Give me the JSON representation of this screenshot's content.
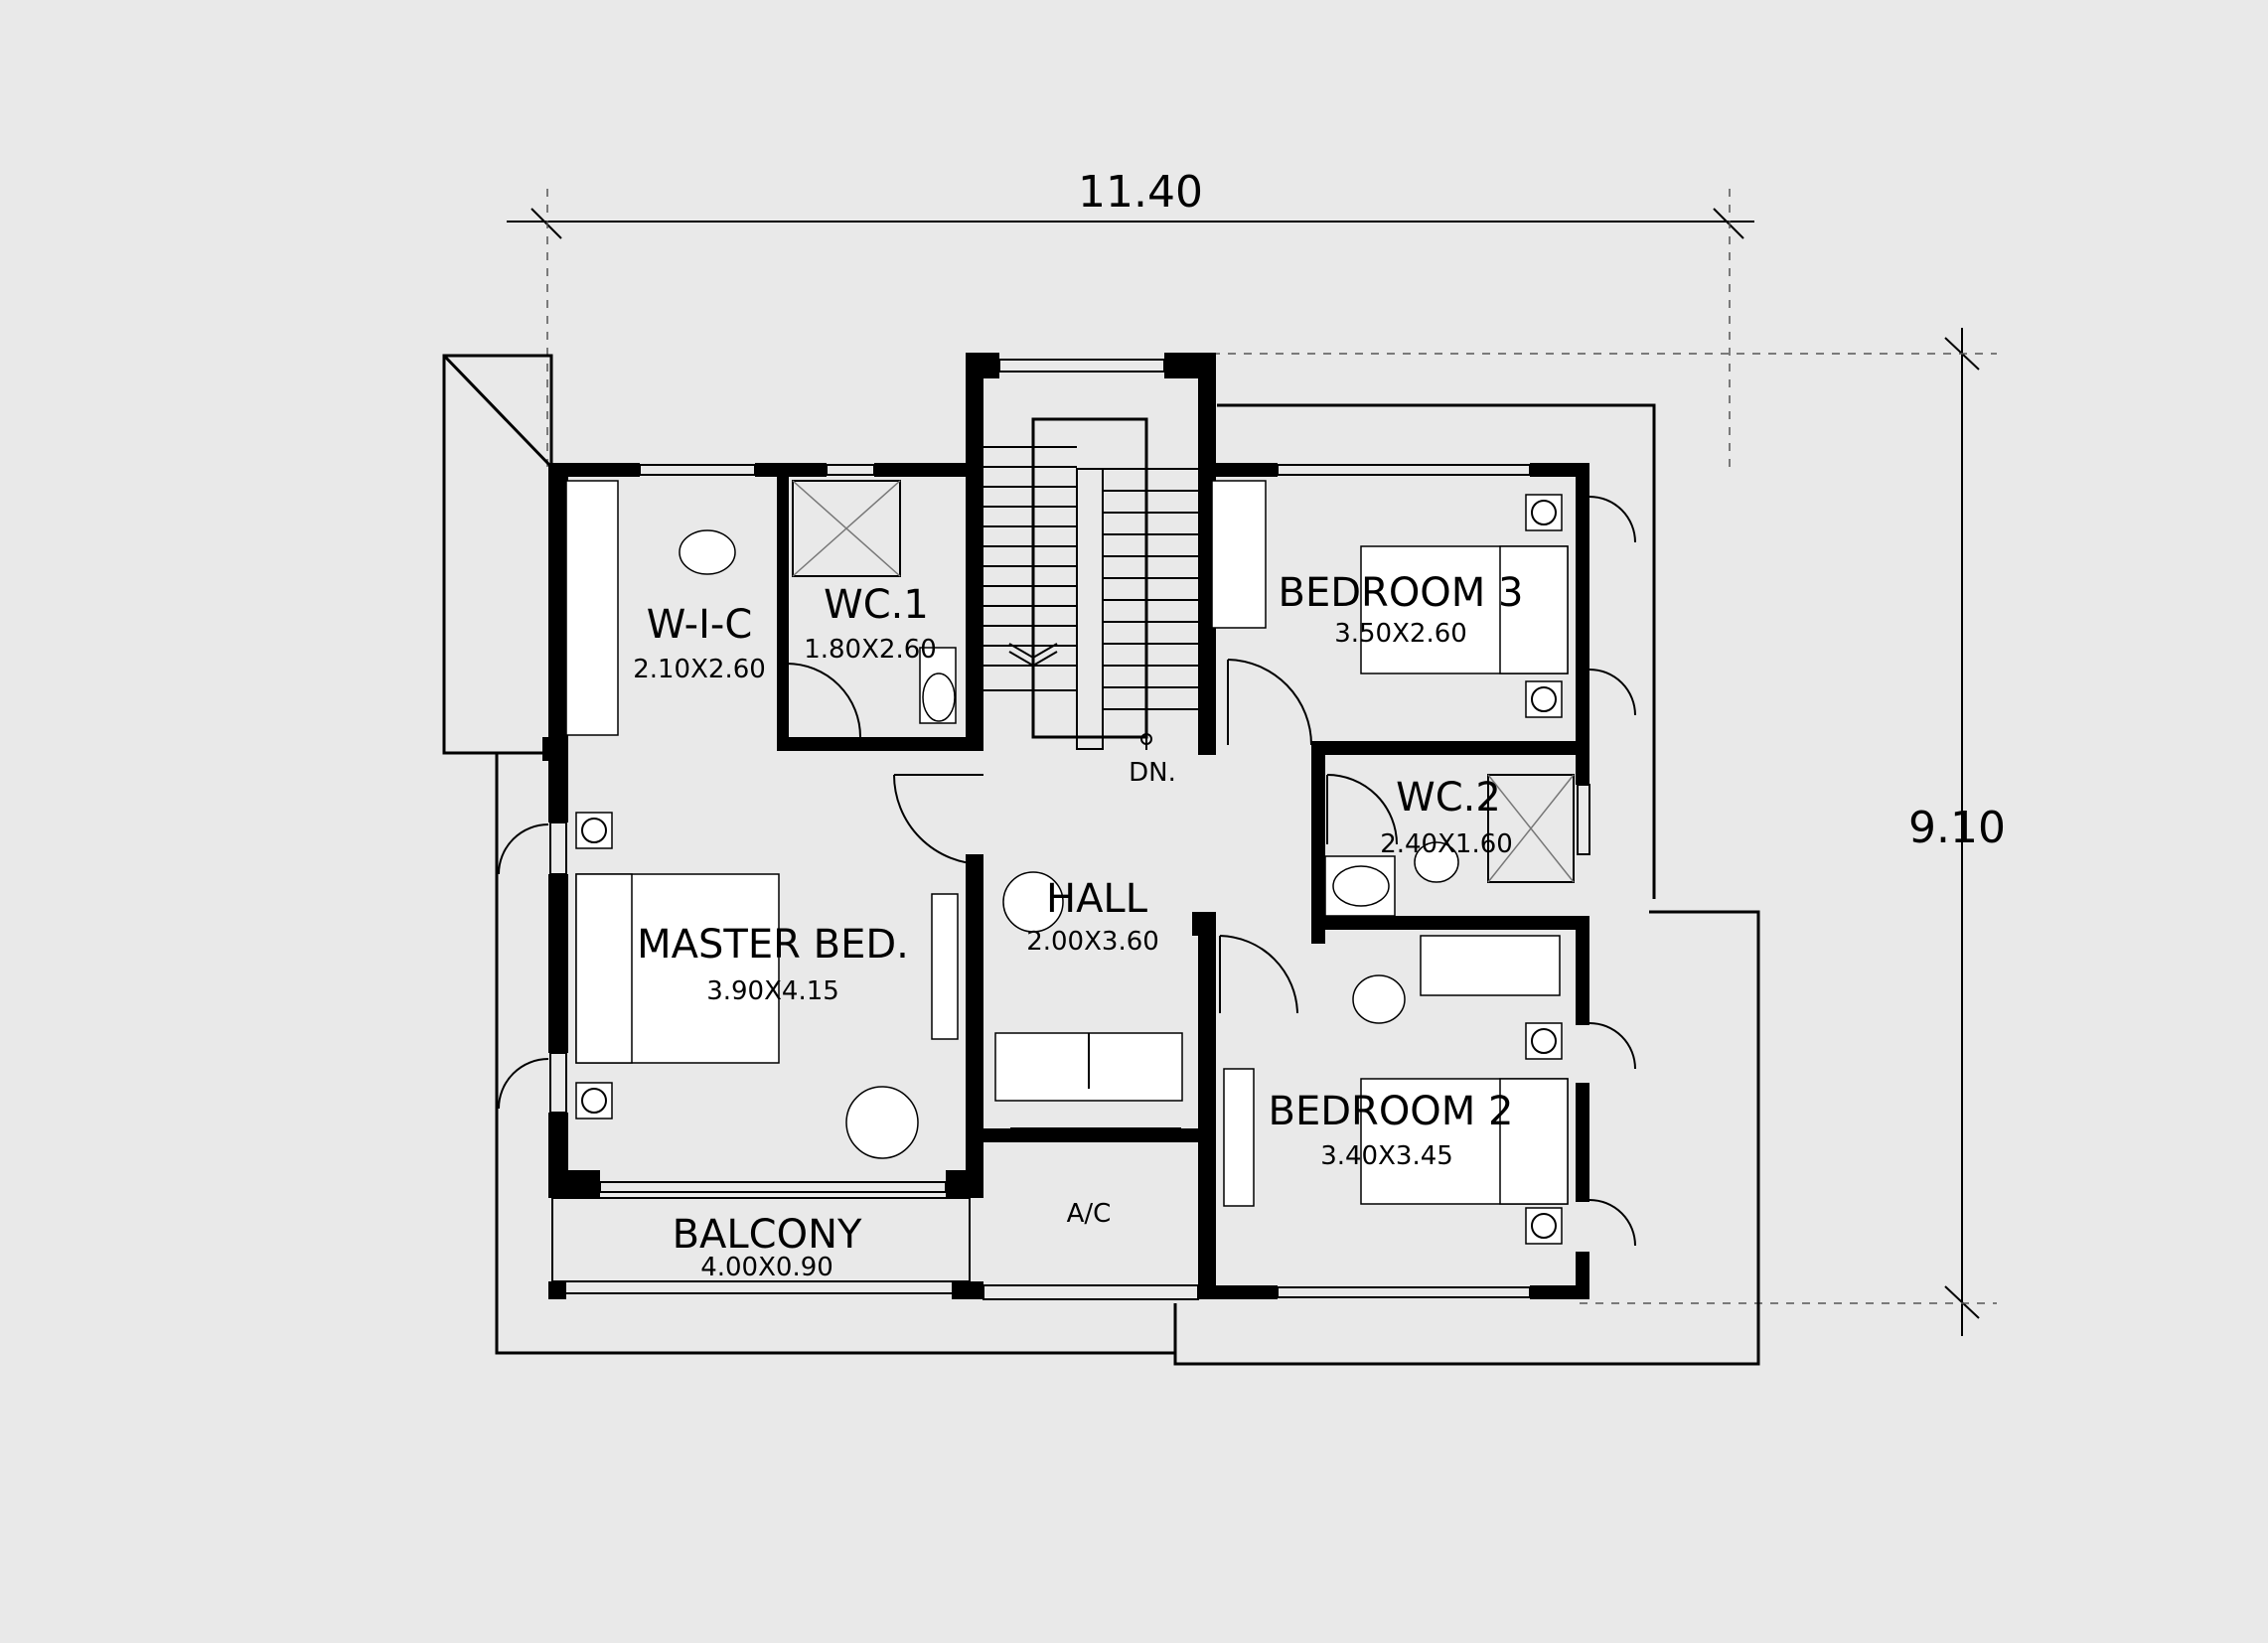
{
  "dimensions": {
    "overall_width": "11.40",
    "overall_depth": "9.10"
  },
  "rooms": {
    "wic": {
      "name": "W-I-C",
      "size": "2.10X2.60"
    },
    "wc1": {
      "name": "WC.1",
      "size": "1.80X2.60"
    },
    "bedroom3": {
      "name": "BEDROOM 3",
      "size": "3.50X2.60"
    },
    "wc2": {
      "name": "WC.2",
      "size": "2.40X1.60"
    },
    "master": {
      "name": "MASTER BED.",
      "size": "3.90X4.15"
    },
    "hall": {
      "name": "HALL",
      "size": "2.00X3.60"
    },
    "bedroom2": {
      "name": "BEDROOM 2",
      "size": "3.40X3.45"
    },
    "balcony": {
      "name": "BALCONY",
      "size": "4.00X0.90"
    }
  },
  "labels": {
    "stair_down": "DN.",
    "ac": "A/C"
  }
}
